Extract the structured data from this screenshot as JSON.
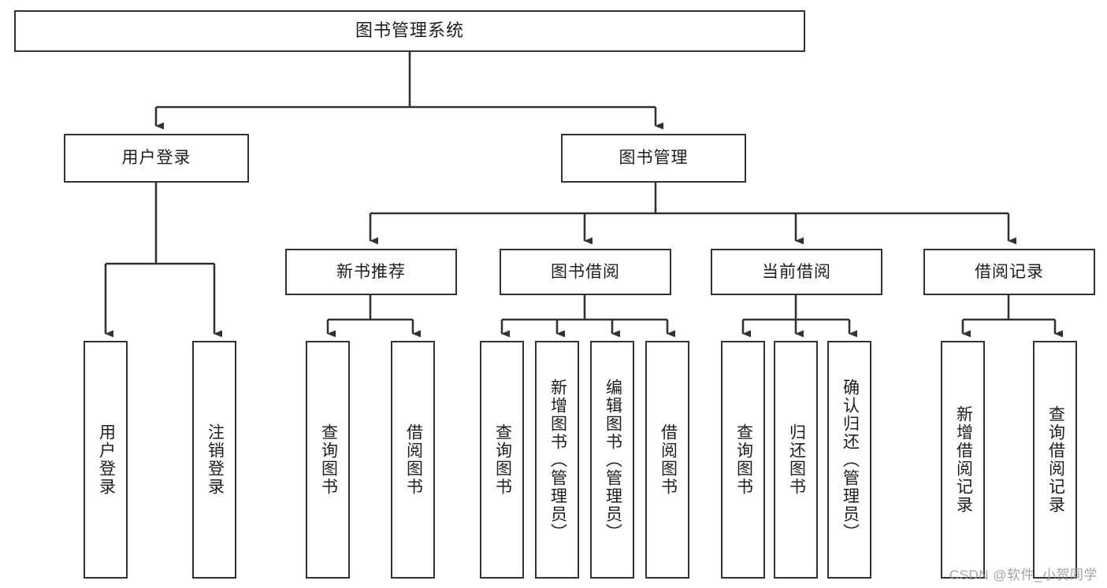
{
  "diagram": {
    "type": "hierarchy-tree",
    "title": "图书管理系统",
    "watermark": "CSDN @软件_小贺同学",
    "colors": {
      "stroke": "#323232",
      "fill": "#ffffff",
      "text": "#1d1d1d",
      "watermark": "#9c9c9c"
    },
    "root": {
      "label": "图书管理系统"
    },
    "level2": [
      {
        "label": "用户登录"
      },
      {
        "label": "图书管理"
      }
    ],
    "level3": [
      {
        "label": "新书推荐"
      },
      {
        "label": "图书借阅"
      },
      {
        "label": "当前借阅"
      },
      {
        "label": "借阅记录"
      }
    ],
    "leaves": {
      "user_login": [
        {
          "label": "用户登录"
        },
        {
          "label": "注销登录"
        }
      ],
      "new_book_recommend": [
        {
          "label": "查询图书"
        },
        {
          "label": "借阅图书"
        }
      ],
      "book_borrow": [
        {
          "label": "查询图书"
        },
        {
          "label": "新增图书（管理员）"
        },
        {
          "label": "编辑图书（管理员）"
        },
        {
          "label": "借阅图书"
        }
      ],
      "current_borrow": [
        {
          "label": "查询图书"
        },
        {
          "label": "归还图书"
        },
        {
          "label": "确认归还（管理员）"
        }
      ],
      "borrow_record": [
        {
          "label": "新增借阅记录"
        },
        {
          "label": "查询借阅记录"
        }
      ]
    }
  }
}
